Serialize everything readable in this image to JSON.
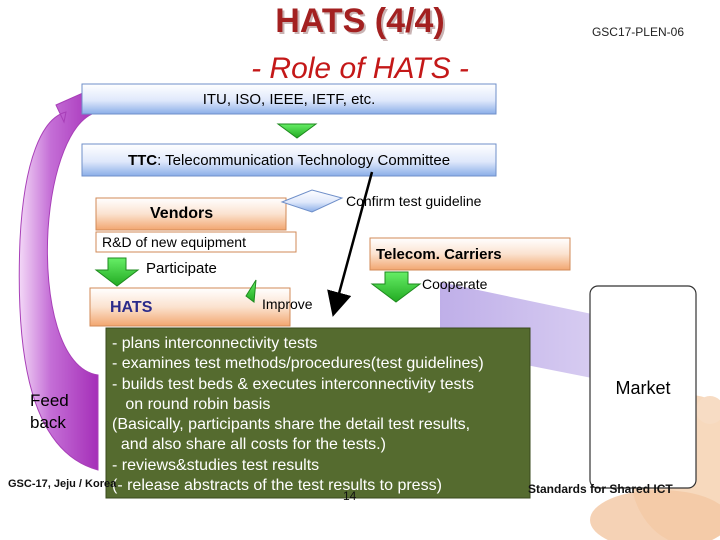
{
  "slide": {
    "title": "HATS (4/4)",
    "subtitle": "- Role of HATS -",
    "doc_id": "GSC17-PLEN-06"
  },
  "boxes": {
    "standards_bodies": "ITU, ISO, IEEE, IETF, etc.",
    "ttc_abbr": "TTC",
    "ttc_rest": ": Telecommunication Technology Committee",
    "vendors": "Vendors",
    "rnd": "R&D of new equipment",
    "carriers": "Telecom. Carriers",
    "hats": "HATS",
    "market": "Market"
  },
  "labels": {
    "confirm": "Confirm test guideline",
    "participate": "Participate",
    "cooperate": "Cooperate",
    "improve": "Improve",
    "feedback_line1": "Feed",
    "feedback_line2": "back"
  },
  "hats_roles": [
    "- plans interconnectivity tests",
    "- examines test methods/procedures(test guidelines)",
    "- builds test beds & executes interconnectivity tests",
    "   on round robin basis",
    "(Basically, participants share the detail test results,",
    "  and also share all costs for the tests.)",
    "- reviews&studies test results",
    "(- release abstracts of the test results to press)"
  ],
  "footer": {
    "meeting": "GSC-17, Jeju / Korea",
    "page": "14",
    "brand": "Standards for Shared ICT"
  },
  "colors": {
    "title": "#a32020",
    "box_gradient_light": "#eef3ff",
    "box_gradient_dark": "#8aaee8",
    "arrow_green": "#33cc33",
    "roles_box": "#556b2f",
    "feedback_arrow": "#b53fc4"
  }
}
